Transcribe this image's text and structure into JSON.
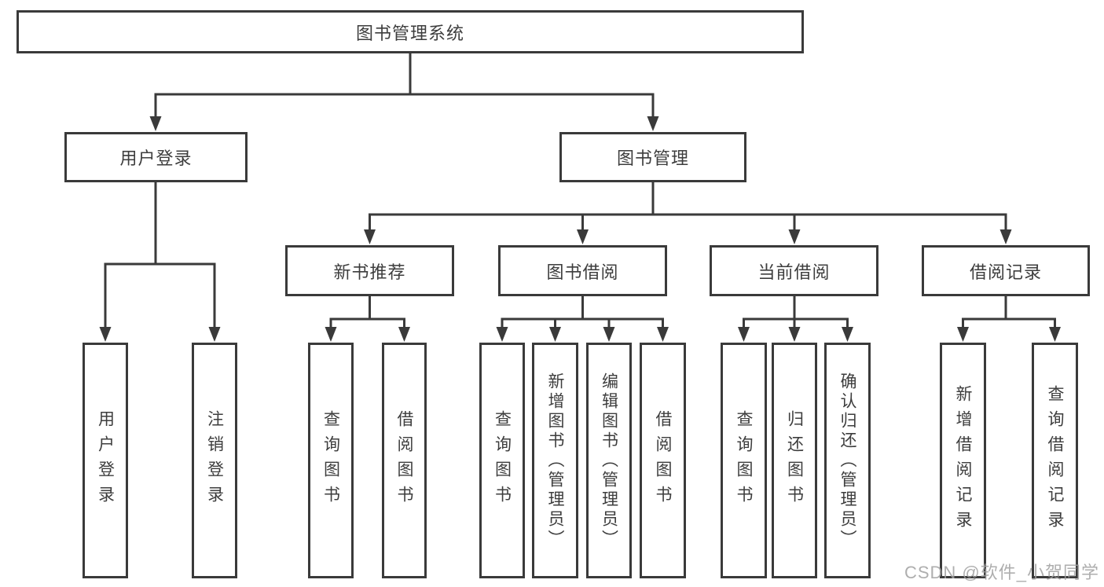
{
  "tree": {
    "root": {
      "label": "图书管理系统"
    },
    "login": {
      "label": "用户登录",
      "children": [
        {
          "label": "用户登录"
        },
        {
          "label": "注销登录"
        }
      ]
    },
    "mgmt": {
      "label": "图书管理",
      "sections": [
        {
          "label": "新书推荐",
          "children": [
            {
              "label": "查询图书"
            },
            {
              "label": "借阅图书"
            }
          ]
        },
        {
          "label": "图书借阅",
          "children": [
            {
              "label": "查询图书"
            },
            {
              "label": "新增图书（管理员）"
            },
            {
              "label": "编辑图书（管理员）"
            },
            {
              "label": "借阅图书"
            }
          ]
        },
        {
          "label": "当前借阅",
          "children": [
            {
              "label": "查询图书"
            },
            {
              "label": "归还图书"
            },
            {
              "label": "确认归还（管理员）"
            }
          ]
        },
        {
          "label": "借阅记录",
          "children": [
            {
              "label": "新增借阅记录"
            },
            {
              "label": "查询借阅记录"
            }
          ]
        }
      ]
    }
  },
  "watermark": {
    "text": "CSDN @软件_小贺同学"
  },
  "colors": {
    "line": "#3a3a3a",
    "text": "#3d3d3d",
    "watermark": "#a0a0a0",
    "background": "#ffffff"
  }
}
